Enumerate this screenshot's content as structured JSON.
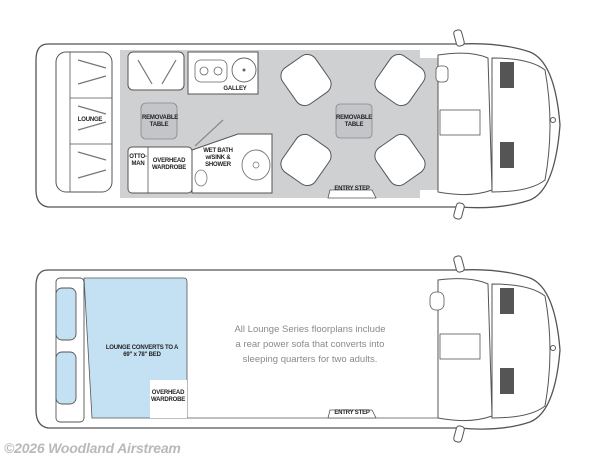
{
  "colors": {
    "floor_gray": "#cfd0d2",
    "bed_blue": "#c4e0f3",
    "outline": "#555555",
    "note_text": "#8a8a8a",
    "watermark": "#b9b9b9"
  },
  "top_plan": {
    "labels": {
      "lounge": "LOUNGE",
      "removable_table_rear": "REMOVABLE TABLE",
      "galley": "GALLEY",
      "removable_table_front": "REMOVABLE TABLE",
      "ottoman": "OTTO-MAN",
      "overhead_wardrobe": "OVERHEAD WARDROBE",
      "wet_bath": "WET BATH w/SINK & SHOWER",
      "entry_step": "ENTRY STEP"
    }
  },
  "bottom_plan": {
    "labels": {
      "lounge_converts": "LOUNGE CONVERTS TO A 69\" x 78\" BED",
      "overhead_wardrobe": "OVERHEAD WARDROBE",
      "entry_step": "ENTRY STEP"
    },
    "note_lines": [
      "All Lounge Series floorplans include",
      "a rear power sofa that converts into",
      "sleeping quarters for two adults."
    ]
  },
  "footer": {
    "copyright": "©2026 Woodland Airstream"
  }
}
